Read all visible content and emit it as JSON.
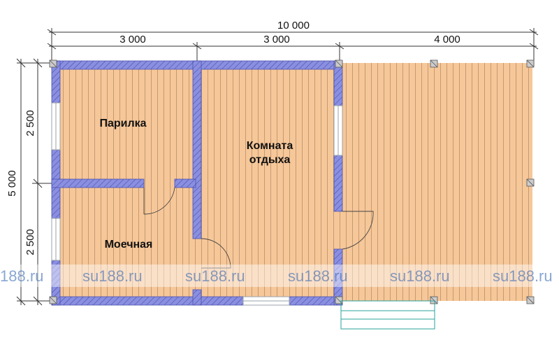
{
  "colors": {
    "floor": "#f6c799",
    "board_line": "#b98e66",
    "wall": "#8a8fe0",
    "wall_hatch": "#4a50b0",
    "dimension_line": "#333333",
    "watermark_band": "#ffffff",
    "watermark_text": "#2a5fb0",
    "steps": "#2aa39b"
  },
  "dimensions": {
    "overall_width": "10 000",
    "segment_1": "3 000",
    "segment_2": "3 000",
    "segment_3": "4 000",
    "overall_depth": "5 000",
    "depth_top": "2 500",
    "depth_bottom": "2 500"
  },
  "rooms": {
    "steam_room": "Парилка",
    "wash_room": "Моечная",
    "rest_room_line1": "Комната",
    "rest_room_line2": "отдыха"
  },
  "watermarks": [
    "188.ru",
    "su188.ru",
    "su188.ru",
    "su188.ru",
    "su188.ru",
    "su188.ru"
  ]
}
